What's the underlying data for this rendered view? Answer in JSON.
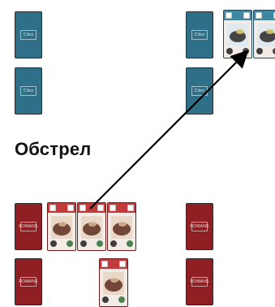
{
  "board": {
    "action_label": "Обстрел",
    "blue_back_label": "Cites",
    "red_back_label": "ROMANS"
  },
  "colors": {
    "blue_deck": "#2f6f87",
    "red_deck": "#8f1f23",
    "arrow": "#000000",
    "red_card_header": "#c23a3a",
    "blue_card_header": "#3f86a2"
  }
}
